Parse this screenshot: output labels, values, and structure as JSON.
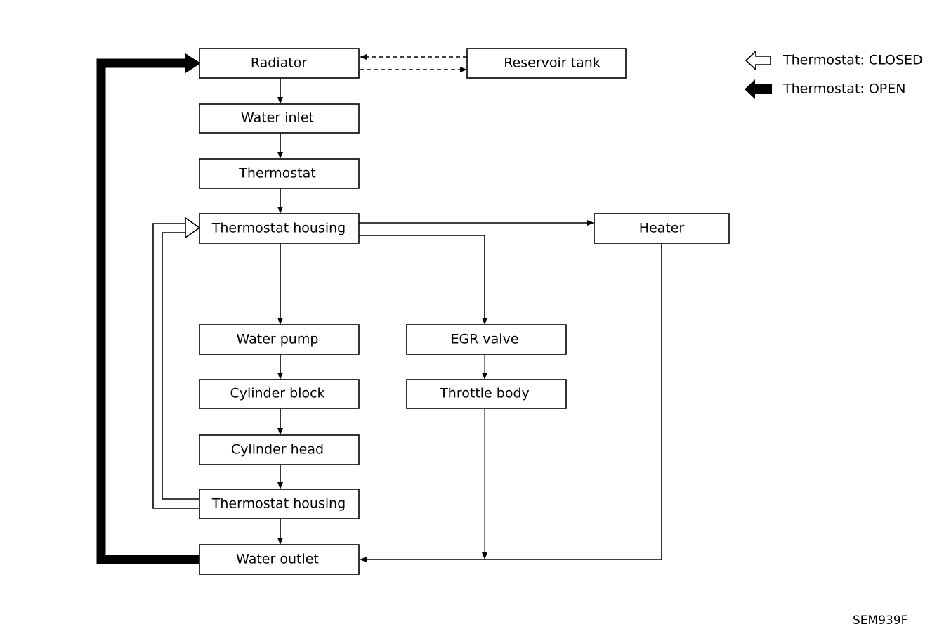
{
  "boxes": {
    "radiator": "Radiator",
    "reservoir_tank": "Reservoir tank",
    "water_inlet": "Water inlet",
    "thermostat": "Thermostat",
    "thermostat_housing_top": "Thermostat housing",
    "heater": "Heater",
    "water_pump": "Water pump",
    "egr_valve": "EGR valve",
    "cylinder_block": "Cylinder block",
    "throttle_body": "Throttle body",
    "cylinder_head": "Cylinder head",
    "thermostat_housing_bottom": "Thermostat housing",
    "water_outlet": "Water outlet"
  },
  "legend": {
    "closed": "Thermostat: CLOSED",
    "open": "Thermostat: OPEN"
  },
  "figure_code": "SEM939F"
}
